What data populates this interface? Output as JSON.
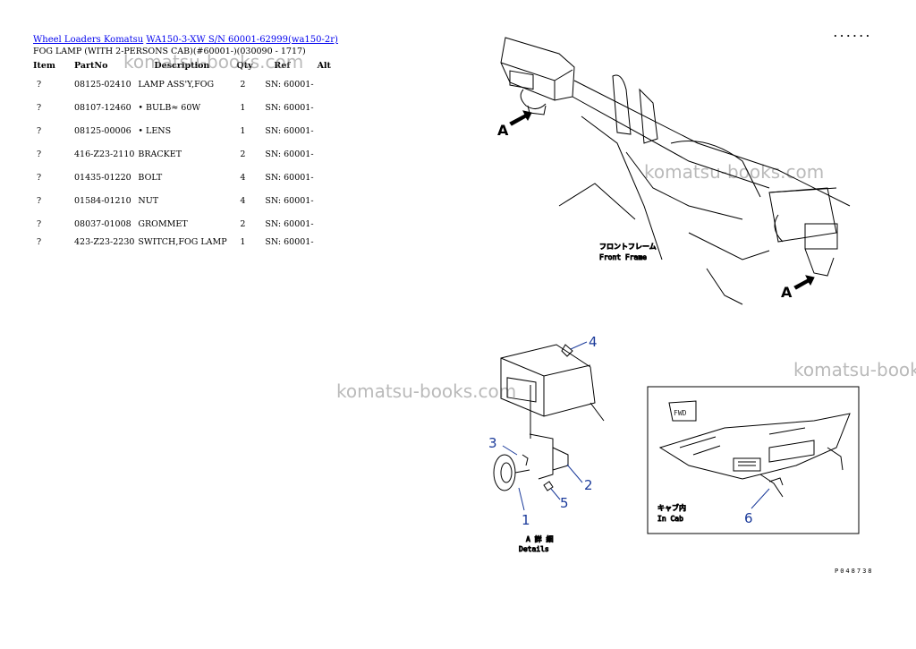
{
  "breadcrumb": {
    "link1": "Wheel Loaders Komatsu",
    "link2": "WA150-3-XW S/N 60001-62999(wa150-2r)"
  },
  "page_title": "FOG LAMP (WITH 2-PERSONS CAB)(#60001-)(030090 - 1717)",
  "table": {
    "headers": [
      "Item",
      "PartNo",
      "Description",
      "Qty",
      "Ref",
      "Alt"
    ],
    "rows": [
      {
        "item": "?",
        "part_no": "08125-02410",
        "description": "LAMP ASS'Y,FOG",
        "qty": "2",
        "ref": "SN: 60001-",
        "alt": ""
      },
      {
        "item": "?",
        "part_no": "08107-12460",
        "description": "• BULB≈ 60W",
        "qty": "1",
        "ref": "SN: 60001-",
        "alt": ""
      },
      {
        "item": "?",
        "part_no": "08125-00006",
        "description": "• LENS",
        "qty": "1",
        "ref": "SN: 60001-",
        "alt": ""
      },
      {
        "item": "?",
        "part_no": "416-Z23-2110",
        "description": "BRACKET",
        "qty": "2",
        "ref": "SN: 60001-",
        "alt": ""
      },
      {
        "item": "?",
        "part_no": "01435-01220",
        "description": "BOLT",
        "qty": "4",
        "ref": "SN: 60001-",
        "alt": ""
      },
      {
        "item": "?",
        "part_no": "01584-01210",
        "description": "NUT",
        "qty": "4",
        "ref": "SN: 60001-",
        "alt": ""
      },
      {
        "item": "?",
        "part_no": "08037-01008",
        "description": "GROMMET",
        "qty": "2",
        "ref": "SN: 60001-",
        "alt": ""
      },
      {
        "item": "?",
        "part_no": "423-Z23-2230",
        "description": "SWITCH,FOG LAMP",
        "qty": "1",
        "ref": "SN: 60001-",
        "alt": ""
      }
    ]
  },
  "watermarks": [
    "komatsu-books.com",
    "komatsu-books.com",
    "komatsu-books.com",
    "komatsu-books.com"
  ],
  "diagram": {
    "top_right_marks": "· · · · · ·",
    "front_frame_jp": "フロントフレーム",
    "front_frame_en": "Front Frame",
    "view_label": "A",
    "detail_jp": "A 詳 細",
    "detail_en": "Details",
    "fwd_label": "FWD",
    "in_cab_jp": "キャブ内",
    "in_cab_en": "In Cab",
    "callouts": [
      "1",
      "2",
      "3",
      "4",
      "5",
      "6"
    ],
    "code": "P048738"
  }
}
